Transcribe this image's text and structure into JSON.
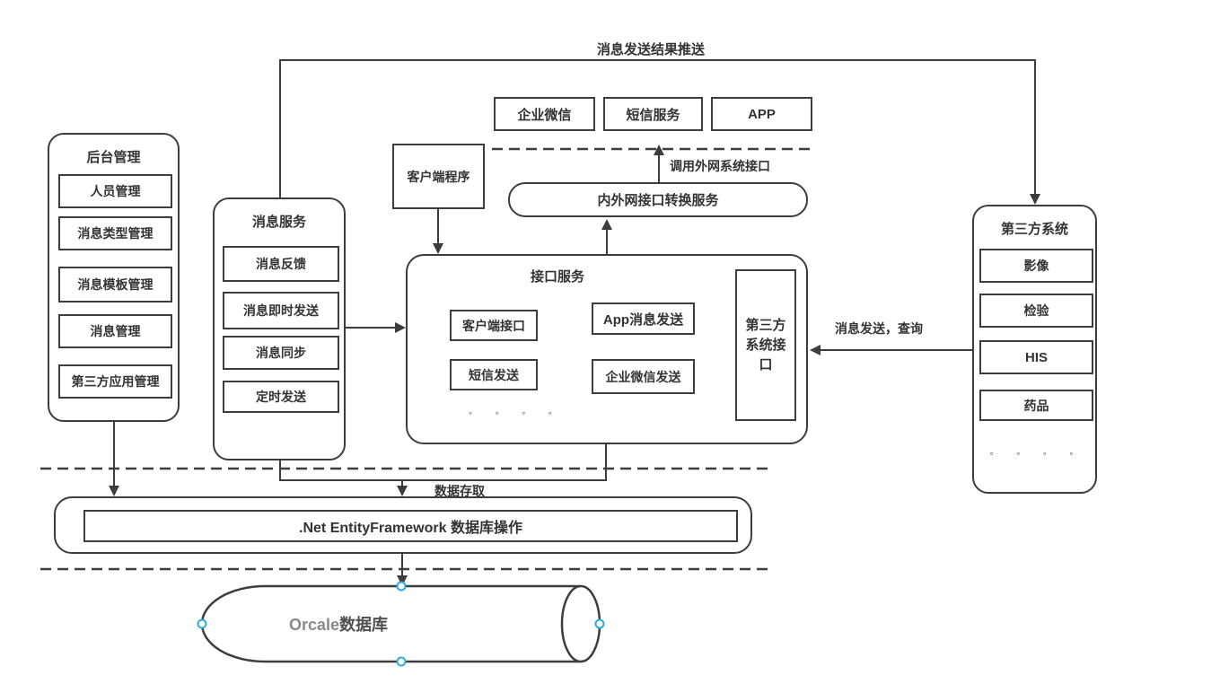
{
  "colors": {
    "line": "#3d3d3d",
    "text": "#333333",
    "selection_handle": "#2ea8e0"
  },
  "flow_labels": {
    "push_result": "消息发送结果推送",
    "call_external_api": "调用外网系统接口",
    "send_query": "消息发送，查询",
    "data_access": "数据存取"
  },
  "external_channels": {
    "items": [
      "企业微信",
      "短信服务",
      "APP"
    ]
  },
  "client_program": {
    "label": "客户端程序"
  },
  "gateway": {
    "label": "内外网接口转换服务"
  },
  "admin": {
    "title": "后台管理",
    "items": [
      "人员管理",
      "消息类型管理",
      "消息模板管理",
      "消息管理",
      "第三方应用管理"
    ]
  },
  "message_service": {
    "title": "消息服务",
    "items": [
      "消息反馈",
      "消息即时发送",
      "消息同步",
      "定时发送"
    ]
  },
  "interface_service": {
    "title": "接口服务",
    "items": [
      "客户端接口",
      "App消息发送",
      "短信发送",
      "企业微信发送"
    ],
    "third_party_interface": "第三方系统接口",
    "ellipsis": "◦ ◦ ◦ ◦"
  },
  "third_party": {
    "title": "第三方系统",
    "items": [
      "影像",
      "检验",
      "HIS",
      "药品"
    ],
    "ellipsis": "◦ ◦ ◦ ◦"
  },
  "ef": {
    "label": ".Net EntityFramework 数据库操作"
  },
  "database": {
    "name": "Orcale",
    "suffix": "数据库"
  }
}
